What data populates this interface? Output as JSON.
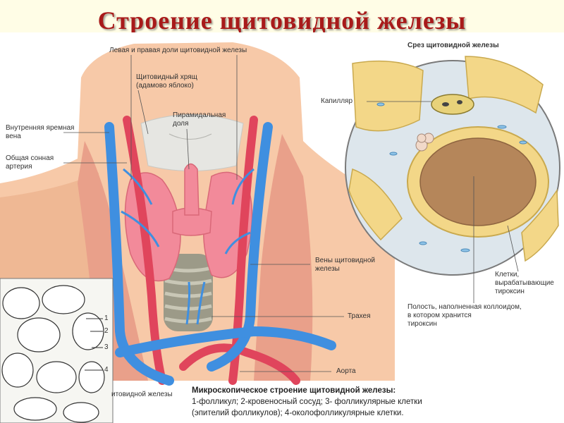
{
  "title": "Строение щитовидной железы",
  "labels": {
    "lobes": "Левая и правая доли щитовидной железы",
    "cartilage_1": "Щитовидный хрящ",
    "cartilage_2": "(адамово яблоко)",
    "pyramidal_1": "Пирамидальная",
    "pyramidal_2": "доля",
    "jugular_1": "Внутренняя яремная",
    "jugular_2": "вена",
    "carotid_1": "Общая сонная",
    "carotid_2": "артерия",
    "veins_1": "Вены щитовидной",
    "veins_2": "железы",
    "trachea": "Трахея",
    "aorta": "Аорта",
    "artery_partial": "итовидной железы",
    "section_title": "Срез щитовидной железы",
    "capillary": "Капилляр",
    "cells_1": "Клетки,",
    "cells_2": "вырабатывающие",
    "cells_3": "тироксин",
    "colloid_1": "Полость, наполненная коллоидом,",
    "colloid_2": "в котором хранится",
    "colloid_3": "тироксин",
    "micro_1": "1",
    "micro_2": "2",
    "micro_3": "3",
    "micro_4": "4"
  },
  "caption": {
    "heading": "Микроскопическое строение щитовидной железы:",
    "line1": "1-фолликул; 2-кровеносный сосуд; 3- фолликулярные клетки",
    "line2": "(эпителий фолликулов); 4-околофолликулярные клетки."
  },
  "colors": {
    "title": "#a81a1a",
    "skin": "#f7c9a8",
    "gland": "#f28a9a",
    "vein": "#3f8fe0",
    "artery": "#e0455c",
    "colloid": "#b5865a",
    "follicle_cells": "#f3d788"
  }
}
